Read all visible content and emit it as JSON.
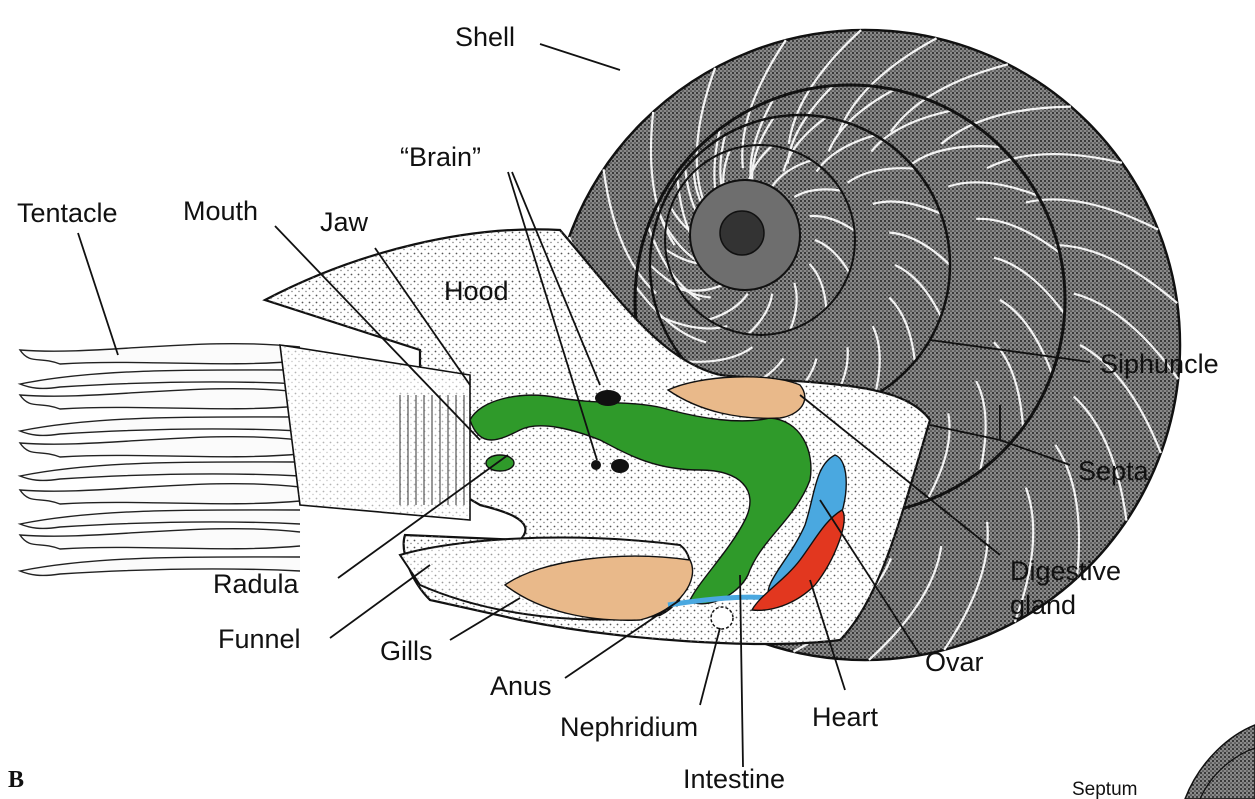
{
  "figure": {
    "panel_letter": "B"
  },
  "labels": {
    "shell": "Shell",
    "brain": "“Brain”",
    "tentacle": "Tentacle",
    "mouth": "Mouth",
    "jaw": "Jaw",
    "hood": "Hood",
    "siphuncle": "Siphuncle",
    "septa": "Septa",
    "digestive_gland_line1": "Digestive",
    "digestive_gland_line2": "gland",
    "radula": "Radula",
    "funnel": "Funnel",
    "gills": "Gills",
    "anus": "Anus",
    "nephridium": "Nephridium",
    "heart": "Heart",
    "ovary": "Ovar",
    "intestine": "Intestine",
    "septum": "Septum"
  },
  "colors": {
    "digestive_tract": "#2f9a2a",
    "digestive_gland": "#e9b98a",
    "gills": "#e9b98a",
    "ovary": "#4aa8e0",
    "heart": "#e2371f",
    "shell_shade": "#555555"
  }
}
